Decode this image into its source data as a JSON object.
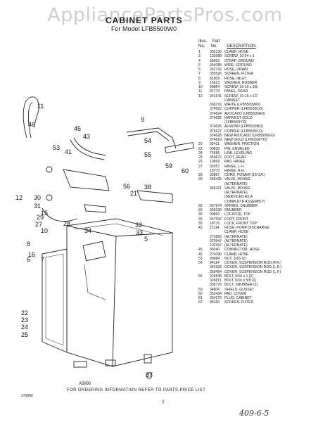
{
  "watermark": "AppliancePartsPros.com",
  "title": "CABINET PARTS",
  "subtitle": "For Model LFB5500W0",
  "header": {
    "illus": "Illus.",
    "no": "No.",
    "part": "Part",
    "no2": "No.",
    "desc": "DESCRIPTION"
  },
  "parts": [
    {
      "illus": "1",
      "part": "355130",
      "desc": "CLAMP, HOSE"
    },
    {
      "illus": "3",
      "part": "133989",
      "desc": "SCREW, 10-24 x 1"
    },
    {
      "illus": "4",
      "part": "35963",
      "desc": "STRAP, GROUND"
    },
    {
      "illus": "5",
      "part": "364089",
      "desc": "WIRE, GROUND"
    },
    {
      "illus": "6",
      "part": "362742",
      "desc": "HOSE, DRAIN"
    },
    {
      "illus": "7",
      "part": "355526",
      "desc": "SCREEN, FILTER"
    },
    {
      "illus": "8",
      "part": "81809",
      "desc": "HOSE, INLET"
    },
    {
      "illus": "9",
      "part": "16623",
      "desc": "WASHER, RUBBER"
    },
    {
      "illus": "10",
      "part": "90864",
      "desc": "SCREW, 10-16 x 3/8"
    },
    {
      "illus": "11",
      "part": "81779",
      "desc": "PANEL, REAR"
    },
    {
      "illus": "12",
      "part": "341641",
      "desc": "SCREW, 10-16 x 1/2"
    },
    {
      "illus": "",
      "part": "",
      "desc": "CABINET"
    },
    {
      "illus": "",
      "part": "366716",
      "desc": "WHITE (LFB5500WO)"
    },
    {
      "illus": "",
      "part": "374622",
      "desc": "COPPER (LFB5500CO)"
    },
    {
      "illus": "",
      "part": "374624",
      "desc": "AVOCADO (LFB5500AO)"
    },
    {
      "illus": "",
      "part": "374625",
      "desc": "HARVEST GOLD"
    },
    {
      "illus": "",
      "part": "",
      "desc": "(LFB5500YO)"
    },
    {
      "illus": "",
      "part": "374626",
      "desc": "ALMOND (LFB5500NO)"
    },
    {
      "illus": "",
      "part": "374627",
      "desc": "COPPER (LFB5500CO)"
    },
    {
      "illus": "",
      "part": "374628",
      "desc": "NEW AVOCADO (LFB5500GO)"
    },
    {
      "illus": "",
      "part": "374629",
      "desc": "NEW GOLD (LFB5500YO)"
    },
    {
      "illus": "20",
      "part": "92411",
      "desc": "WASHER, FRICTION"
    },
    {
      "illus": "22",
      "part": "90839",
      "desc": "PIN, KNURLED"
    },
    {
      "illus": "24",
      "part": "75585",
      "desc": "LINK, LEVELING"
    },
    {
      "illus": "25",
      "part": "355872",
      "desc": "FOOT, REAR"
    },
    {
      "illus": "26",
      "part": "10869",
      "desc": "PAD, HINGE"
    },
    {
      "illus": "27",
      "part": "92057",
      "desc": "HINGE, L.H."
    },
    {
      "illus": "",
      "part": "18775",
      "desc": "HINGE, R.H."
    },
    {
      "illus": "28",
      "part": "32867",
      "desc": "CORD, POWER (16 GA.)"
    },
    {
      "illus": "29",
      "part": "365425",
      "desc": "VALVE, MIXING"
    },
    {
      "illus": "",
      "part": "",
      "desc": "(ALTERNATE)"
    },
    {
      "illus": "",
      "part": "366211",
      "desc": "VALVE, MIXING"
    },
    {
      "illus": "",
      "part": "",
      "desc": "(ALTERNATE)"
    },
    {
      "illus": "",
      "part": "",
      "desc": "(SERVICED AS A"
    },
    {
      "illus": "",
      "part": "",
      "desc": "COMPLETE ASSEMBLY)"
    },
    {
      "illus": "32",
      "part": "357974",
      "desc": "SPRING, SNUBBER"
    },
    {
      "illus": "33",
      "part": "356336",
      "desc": "SNUBBER"
    },
    {
      "illus": "35",
      "part": "90869",
      "desc": "LOCATOR, TOP"
    },
    {
      "illus": "36",
      "part": "367592",
      "desc": "FOOT, FRONT"
    },
    {
      "illus": "39",
      "part": "18776",
      "desc": "LOCK, FRONT TOP"
    },
    {
      "illus": "43",
      "part": "21114",
      "desc": "HOSE, PUMP DISCHARGE"
    },
    {
      "illus": "",
      "part": "",
      "desc": "CLAMP, HOSE"
    },
    {
      "illus": "",
      "part": "273856",
      "desc": "(ALTERNATE)"
    },
    {
      "illus": "",
      "part": "370947",
      "desc": "(ALTERNATE)"
    },
    {
      "illus": "",
      "part": "102397",
      "desc": "(ALTERNATE)"
    },
    {
      "illus": "45",
      "part": "95040",
      "desc": "CONNECTOR, HOSE"
    },
    {
      "illus": "46",
      "part": "274096",
      "desc": "CLAMP, HOSE"
    },
    {
      "illus": "53",
      "part": "90984",
      "desc": "NUT, 3/16-18"
    },
    {
      "illus": "54",
      "part": "94114",
      "desc": "COVER, SUSPENSION ROD (F.R.)"
    },
    {
      "illus": "",
      "part": "343163",
      "desc": "COVER, SUSPENSION ROD (L.R.)"
    },
    {
      "illus": "",
      "part": "356454",
      "desc": "COVER, SUSPENSION ROD (L.F.)"
    },
    {
      "illus": "55",
      "part": "326838",
      "desc": "BOLT, 5/16 x 1 (2)"
    },
    {
      "illus": "",
      "part": "326811",
      "desc": "BOLT, 5/16 x 5/8 (2)"
    },
    {
      "illus": "",
      "part": "358770",
      "desc": "BOLT, SNUBBER (1)"
    },
    {
      "illus": "59",
      "part": "34606",
      "desc": "SHIELD, GUSSET"
    },
    {
      "illus": "60",
      "part": "352434",
      "desc": "PAD, COVER"
    },
    {
      "illus": "61",
      "part": "354179",
      "desc": "PLUG, CABINET"
    },
    {
      "illus": "62",
      "part": "98160",
      "desc": "SCREEN, FILTER"
    }
  ],
  "callouts": [
    "11",
    "46",
    "45",
    "43",
    "9",
    "53",
    "41",
    "54",
    "55",
    "59",
    "60",
    "12",
    "30",
    "31",
    "15",
    "29",
    "27",
    "28",
    "56",
    "21",
    "38",
    "10",
    "8",
    "6",
    "7",
    "34",
    "32",
    "33",
    "5",
    "16",
    "22",
    "23",
    "24",
    "25",
    "37"
  ],
  "drawing_no": "A5890",
  "footer": "FOR ORDERING INFORMATION REFER TO PARTS PRICE LIST",
  "page_no": "2",
  "corner_code": "375890",
  "handwritten": "409-6-5"
}
